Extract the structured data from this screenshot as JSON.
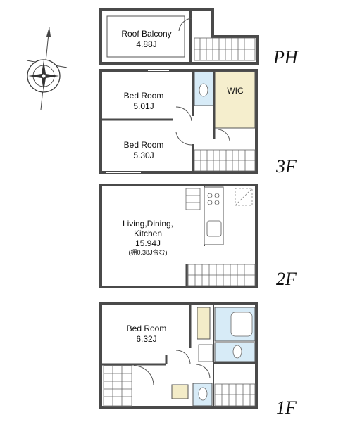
{
  "floors": {
    "ph": "PH",
    "f3": "3F",
    "f2": "2F",
    "f1": "1F"
  },
  "rooms": {
    "roof_balcony": {
      "name": "Roof Balcony",
      "area": "4.88J"
    },
    "bed_3f_upper": {
      "name": "Bed Room",
      "area": "5.01J"
    },
    "bed_3f_lower": {
      "name": "Bed Room",
      "area": "5.30J"
    },
    "wic": {
      "name": "WIC"
    },
    "ldk": {
      "name_line1": "Living,Dining,",
      "name_line2": "Kitchen",
      "area": "15.94J",
      "note": "(棚0.38J含む)"
    },
    "bed_1f": {
      "name": "Bed Room",
      "area": "6.32J"
    }
  },
  "colors": {
    "wall": "#4a4a4a",
    "wet_area": "#d7ebf7",
    "storage": "#f3ecc8",
    "wic_fill": "#f5eecd"
  },
  "icons": [
    "compass-icon",
    "north-arrow-icon"
  ]
}
